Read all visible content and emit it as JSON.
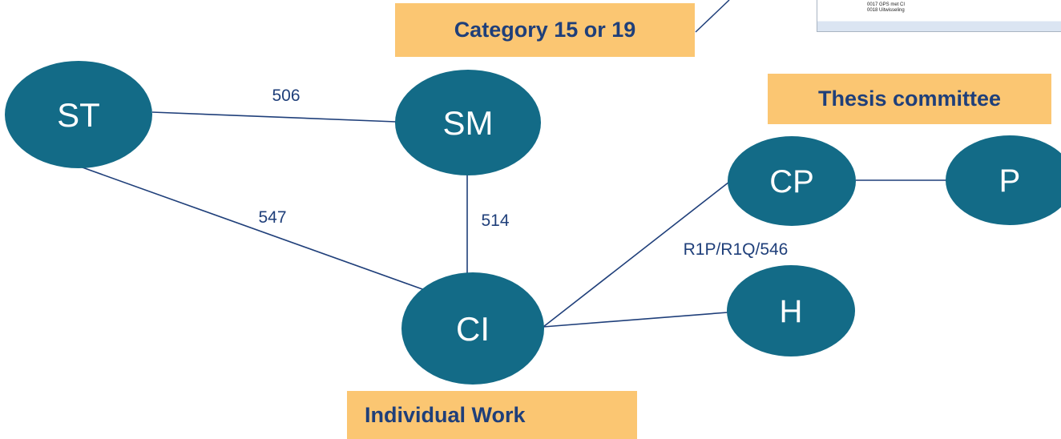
{
  "colors": {
    "node_fill": "#136b87",
    "node_text": "#ffffff",
    "edge": "#1f3f7a",
    "edge_label": "#1f3f7a",
    "callout_fill": "#fbc672",
    "callout_text": "#1f3f7a"
  },
  "nodes": {
    "st": "ST",
    "sm": "SM",
    "ci": "CI",
    "cp": "CP",
    "p": "P",
    "h": "H"
  },
  "edge_labels": {
    "st_sm": "506",
    "st_ci": "547",
    "sm_ci": "514",
    "ci_cp": "R1P/R1Q/546"
  },
  "callouts": {
    "category": "Category 15 or 19",
    "thesis": "Thesis committee",
    "individual": "Individual Work"
  },
  "thumbnail": {
    "lines": [
      "0017 GPS met CI",
      "0018 Uitwisseling"
    ]
  }
}
